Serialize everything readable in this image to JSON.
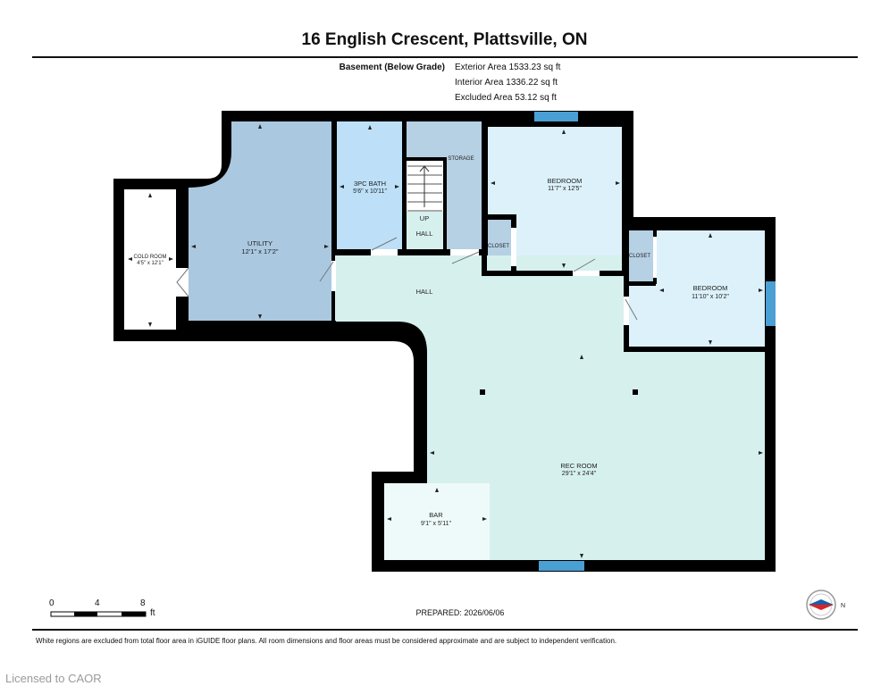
{
  "header": {
    "title": "16 English Crescent, Plattsville, ON",
    "floor_label": "Basement (Below Grade)",
    "areas": [
      "Exterior Area 1533.23 sq ft",
      "Interior Area 1336.22 sq ft",
      "Excluded Area 53.12 sq ft"
    ]
  },
  "rooms": {
    "cold_room": {
      "name": "COLD ROOM",
      "dims": "4'5\" x 12'1\""
    },
    "utility": {
      "name": "UTILITY",
      "dims": "12'1\" x 17'2\""
    },
    "bath": {
      "name": "3PC BATH",
      "dims": "5'6\" x 10'11\""
    },
    "storage": {
      "name": "STORAGE"
    },
    "up": {
      "name": "UP"
    },
    "hall_small": {
      "name": "HALL"
    },
    "hall_main": {
      "name": "HALL"
    },
    "bedroom1": {
      "name": "BEDROOM",
      "dims": "11'7\" x 12'5\""
    },
    "closet1": {
      "name": "CLOSET"
    },
    "closet2": {
      "name": "CLOSET"
    },
    "bedroom2": {
      "name": "BEDROOM",
      "dims": "11'10\" x 10'2\""
    },
    "rec_room": {
      "name": "REC ROOM",
      "dims": "29'1\" x 24'4\""
    },
    "bar": {
      "name": "BAR",
      "dims": "9'1\" x 5'11\""
    }
  },
  "scale": {
    "labels": [
      "0",
      "4",
      "8"
    ],
    "unit": "ft"
  },
  "compass": {
    "label": "N"
  },
  "prepared": "PREPARED: 2026/06/06",
  "footnote": "White regions are excluded from total floor area in iGUIDE floor plans. All room dimensions and floor areas must be considered approximate and are subject to independent verification.",
  "licensed": "Licensed to CAOR",
  "colors": {
    "wall": "#000000",
    "utility": "#aac8e0",
    "bath": "#bde0f8",
    "storage": "#b6d0e4",
    "bedroom": "#dcf1fa",
    "closet": "#b6d0e4",
    "rec": "#d6f0ee",
    "bar": "#eefaf9",
    "window": "#4a9fd5"
  }
}
